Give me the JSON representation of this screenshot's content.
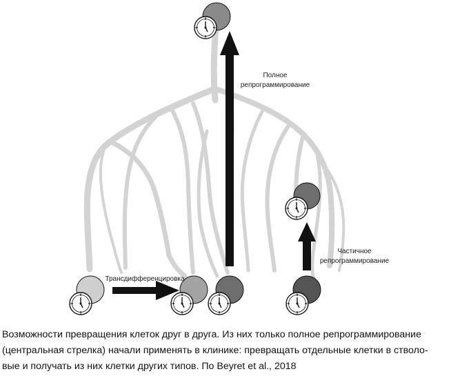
{
  "labels": {
    "full": [
      "Полное",
      "репрограммирование"
    ],
    "partial": [
      "Частичное",
      "репрограммирование"
    ],
    "trans": "Трансдифференцировка"
  },
  "caption": [
    "Возможности превращения клеток друг в друга. Из них только полное репрограммирование",
    "(центральная стрелка) начали применять в клинике: превращать отдельные клетки в стволо-",
    "вые и получать из них клетки других типов. По Beyret et al., 2018"
  ],
  "colors": {
    "tree": "#d3d3d3",
    "arrow": "#111111",
    "cell_stem": "#8a8a8a",
    "cell_light": "#cfcfcf",
    "cell_mid": "#a3a3a3",
    "cell_dark": "#6e6e6e",
    "cell_darkest": "#555555",
    "clock_fill": "#ffffff",
    "clock_stroke": "#111111"
  },
  "icons": [
    "clock-icon",
    "cell-circle",
    "arrow-up",
    "arrow-right"
  ]
}
